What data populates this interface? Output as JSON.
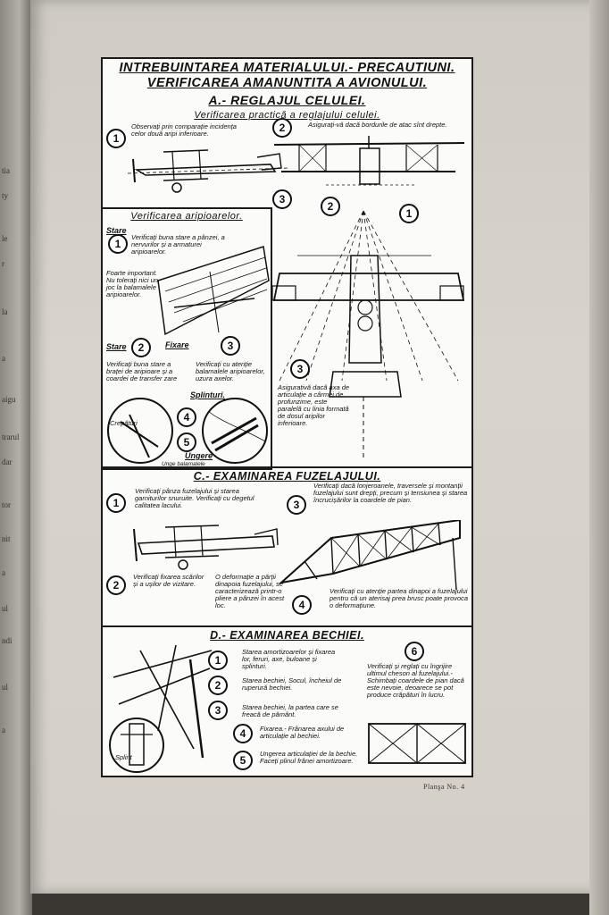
{
  "left_page_fragments": [
    "tia",
    "ty",
    "le",
    "r",
    "la",
    "a",
    "aigu",
    "trarul",
    "dar",
    "tor",
    "nit",
    "a",
    "ul",
    "ndi",
    "ul",
    "a"
  ],
  "plate": {
    "title_line1": "INTREBUINTAREA MATERIALULUI.- PRECAUTIUNI.",
    "title_line2": "VERIFICAREA AMANUNTITA A AVIONULUI.",
    "section_a": {
      "title": "A.- REGLAJUL CELULEI.",
      "subtitle": "Verificarea practică a reglajului celulei.",
      "note_1": "Observați prin comparație incidența celor două aripi inferioare.",
      "note_2": "Asigurați-vă dacă bordurile de atac sînt drepte.",
      "note_3": "Asigurativă dacă axa de articulație a cârmei de profunzime, este paralelă cu linia formată de dosul aripilor inferioare."
    },
    "section_b": {
      "title": "Verificarea aripioarelor.",
      "stare": "Stare",
      "note_stare": "Verificați buna stare a pânzei, a nervurilor și a armaturei aripioarelor.",
      "important": "Foarte important. Nu tolerați nici un joc la balamalele aripioarelor.",
      "stare2": "Stare",
      "fixare": "Fixare",
      "note_stare2": "Verificați buna stare a braței de aripioare și a coardei de transfer zare",
      "note_fixare": "Verificați cu atenție balamalele aripioarelor, uzura axelor.",
      "splinturi": "Splinturi.",
      "crepaturi": "Crepături",
      "ungere": "Ungere",
      "ungere_note": "Unge balamalele"
    },
    "section_c": {
      "title": "C.- EXAMINAREA FUZELAJULUI.",
      "note_1": "Verificați pânza fuzelajului și starea garniturilor snuruite. Verificați cu degetul calitatea lacului.",
      "note_2": "Verificați fixarea scărilor și a uşilor de vizitare.",
      "note_deform": "O deformație a părții dinapoia fuzelajului, se caracterizează printr-o pliere a pânzei în acest loc.",
      "note_3": "Verificați dacă lonjeroanele, traversele și montanții fuzelajului sunt drepți, precum și tensiunea și starea încrucișărilor la coardele de pian.",
      "note_4": "Verificați cu atenție partea dinapoi a fuzelajului pentru că un aterisaj prea brusc poate provoca o deformațiune."
    },
    "section_d": {
      "title": "D.- EXAMINAREA BECHIEI.",
      "item_1": "Starea amortizoarelor și fixarea lor, feruri, axe, buloane și splinturi.",
      "item_2": "Starea bechiei, Socul, încheiul de ruperură bechiei.",
      "item_3": "Starea bechiei, la partea care se freacă de pământ.",
      "item_4": "Fixarea.- Frânarea axului de articulație al bechiei.",
      "item_5": "Ungerea articulației de la bechie. Faceți plinul frânei amortizoare.",
      "item_6": "Verificați și reglați cu îngrijire ultimul cheson al fuzelajului.- Schimbați coardele de pian dacă este nevoie, deoarece se pot produce crăpături în lucru.",
      "splint": "Splint"
    }
  },
  "plate_number": "Planşa No. 4"
}
